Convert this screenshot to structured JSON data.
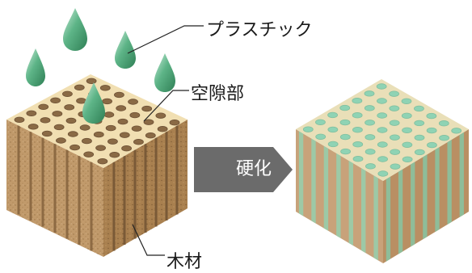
{
  "labels": {
    "plastic": "プラスチック",
    "void": "空隙部",
    "wood": "木材"
  },
  "arrow": {
    "label": "硬化"
  },
  "colors": {
    "drop": "#3f9a6a",
    "drop_highlight": "#cfeedd",
    "wood_face": "#c19a6b",
    "wood_top": "#f1dfb2",
    "wood_hole": "#8a6a45",
    "cured_top": "#e9dfb8",
    "cured_hole": "#8fd3b4",
    "stripe_green": "#9dc9a6",
    "stripe_wood": "#c8a27a",
    "arrow": "#6b6b6b"
  },
  "icons": {
    "drops": "liquid-drop-icon",
    "left_cube": "porous-wood-block",
    "right_cube": "cured-wood-plastic-block",
    "arrow": "right-arrow-icon"
  }
}
